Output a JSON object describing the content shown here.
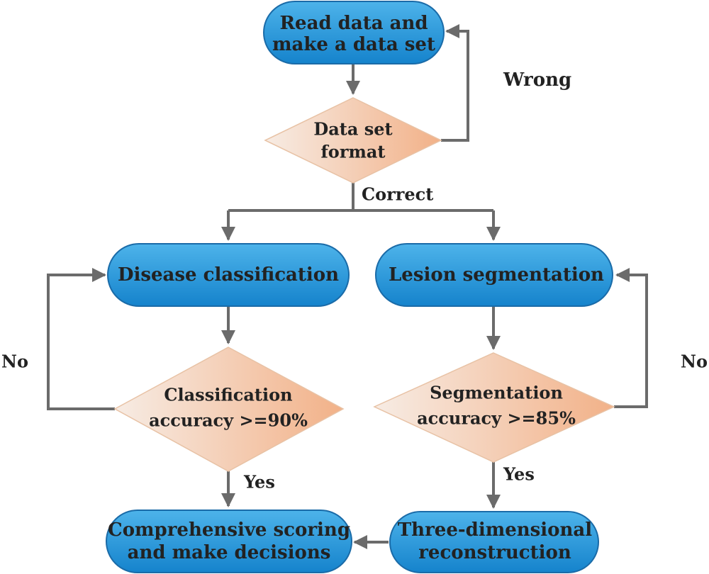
{
  "nodes": {
    "read": {
      "lines": [
        "Read data and",
        "make a data set"
      ],
      "shape": "process"
    },
    "format": {
      "lines": [
        "Data set",
        "format"
      ],
      "shape": "decision"
    },
    "classify": {
      "lines": [
        "Disease classification"
      ],
      "shape": "process"
    },
    "segment": {
      "lines": [
        "Lesion segmentation"
      ],
      "shape": "process"
    },
    "class_acc": {
      "lines": [
        "Classification",
        "accuracy  >=90%"
      ],
      "shape": "decision"
    },
    "seg_acc": {
      "lines": [
        "Segmentation",
        "accuracy >=85%"
      ],
      "shape": "decision"
    },
    "reconstruct": {
      "lines": [
        "Three-dimensional",
        "reconstruction"
      ],
      "shape": "process"
    },
    "decide": {
      "lines": [
        "Comprehensive scoring",
        "and make decisions"
      ],
      "shape": "process"
    }
  },
  "edge_labels": {
    "wrong": "Wrong",
    "correct": "Correct",
    "no_left": "No",
    "no_right": "No",
    "yes_left": "Yes",
    "yes_right": "Yes"
  },
  "colors": {
    "process_top": "#4db3ea",
    "process_bottom": "#1583cc",
    "process_border": "#1a6ba8",
    "decision_light": "#f7ece4",
    "decision_dark": "#f2b188",
    "connector": "#6b6b6b",
    "text": "#222222"
  }
}
